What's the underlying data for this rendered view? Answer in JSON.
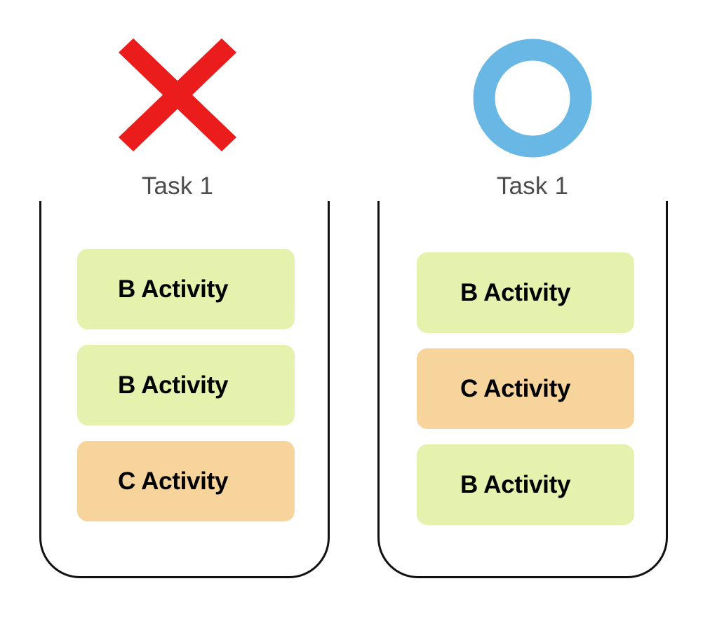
{
  "page": {
    "background": "#ffffff",
    "label_color": "#4c4c4c",
    "frame_color": "#111111"
  },
  "palette": {
    "green": "#e4f2ae",
    "orange": "#f7d49b",
    "cross_red": "#ea1c1c",
    "circle_blue": "#68b7e5",
    "text_black": "#000000"
  },
  "columns": [
    {
      "id": "left",
      "status": {
        "icon": "cross-icon",
        "meaning": "incorrect",
        "color": "#ea1c1c"
      },
      "task_label": "Task 1",
      "cards": [
        {
          "label": "B Activity",
          "tone": "green"
        },
        {
          "label": "B Activity",
          "tone": "green"
        },
        {
          "label": "C Activity",
          "tone": "orange"
        }
      ]
    },
    {
      "id": "right",
      "status": {
        "icon": "circle-icon",
        "meaning": "correct",
        "color": "#68b7e5"
      },
      "task_label": "Task 1",
      "cards": [
        {
          "label": "B Activity",
          "tone": "green"
        },
        {
          "label": "C Activity",
          "tone": "orange"
        },
        {
          "label": "B Activity",
          "tone": "green"
        }
      ]
    }
  ]
}
